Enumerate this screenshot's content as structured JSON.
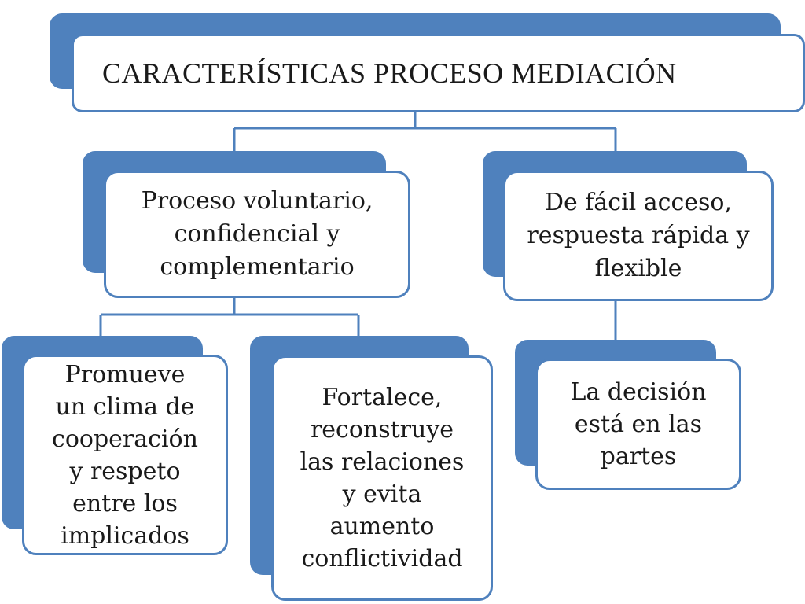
{
  "diagram": {
    "title": "CARACTERÍSTICAS PROCESO MEDIACIÓN",
    "nodes": {
      "left": {
        "lines": [
          "Proceso voluntario,",
          "confidencial y",
          "complementario"
        ]
      },
      "right": {
        "lines": [
          "De fácil acceso,",
          "respuesta rápida y",
          "flexible"
        ]
      },
      "left_a": {
        "lines": [
          "Promueve",
          "un clima de",
          "cooperación",
          "y respeto",
          "entre los",
          "implicados"
        ]
      },
      "left_b": {
        "lines": [
          "Fortalece,",
          "reconstruye",
          "las relaciones",
          "y evita",
          "aumento",
          "conflictividad"
        ]
      },
      "right_a": {
        "lines": [
          "La decisión",
          "está en las",
          "partes"
        ]
      }
    },
    "edges": [
      {
        "from": "title",
        "to": "left"
      },
      {
        "from": "title",
        "to": "right"
      },
      {
        "from": "left",
        "to": "left_a"
      },
      {
        "from": "left",
        "to": "left_b"
      },
      {
        "from": "right",
        "to": "right_a"
      }
    ],
    "colors": {
      "accent": "#4f81bd",
      "connector": "#4f81bd",
      "card_fill": "#ffffff",
      "text": "#1a1a1a"
    }
  }
}
